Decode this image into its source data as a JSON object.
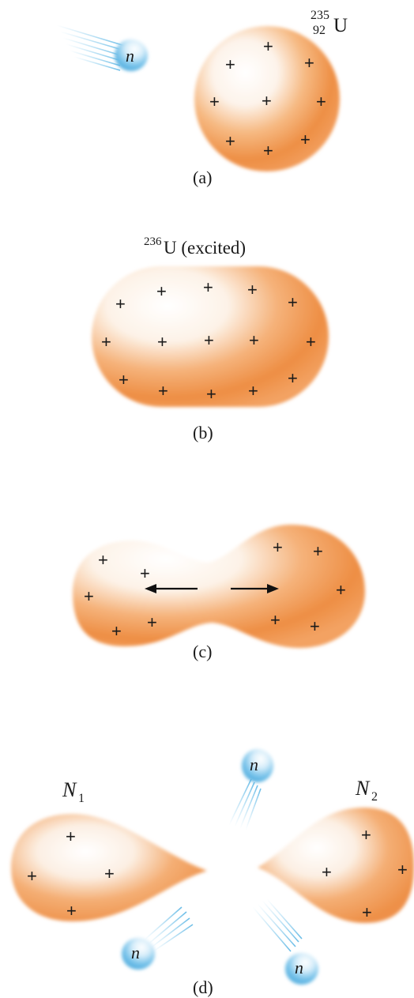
{
  "panels": {
    "a": {
      "caption": "(a)",
      "isotope": {
        "mass": "235",
        "atomic": "92",
        "symbol": "U"
      },
      "neutron": "n"
    },
    "b": {
      "caption": "(b)",
      "title": {
        "mass": "236",
        "rest": "U (excited)"
      }
    },
    "c": {
      "caption": "(c)"
    },
    "d": {
      "caption": "(d)",
      "fragment1": {
        "symbol": "N",
        "sub": "1"
      },
      "fragment2": {
        "symbol": "N",
        "sub": "2"
      },
      "neutrons": [
        "n",
        "n",
        "n"
      ]
    }
  },
  "charge_symbol": "+",
  "colors": {
    "nucleus": "#ef8a3c",
    "nucleus_light": "#ffffff",
    "neutron": "#59b8e8",
    "ink": "#1a1a1a"
  }
}
